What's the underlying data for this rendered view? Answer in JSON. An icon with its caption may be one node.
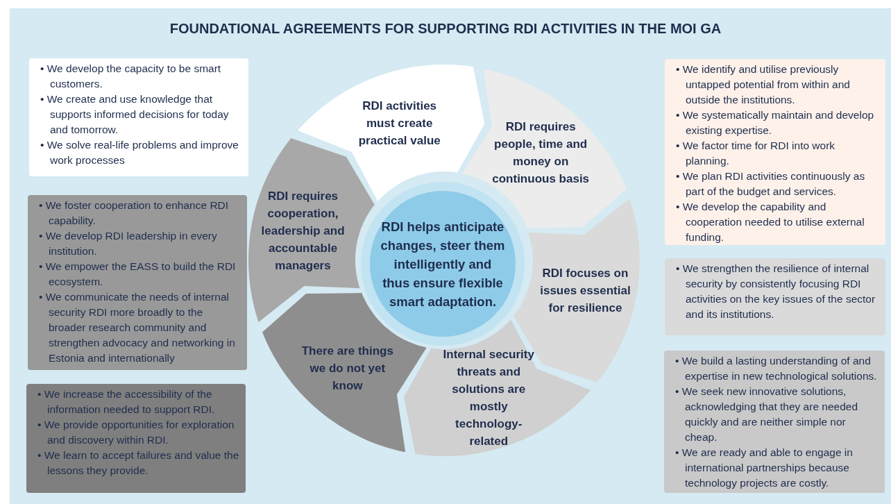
{
  "diagram": {
    "title": "FOUNDATIONAL AGREEMENTS FOR SUPPORTING RDI ACTIVITIES IN THE MOI GA",
    "nodes": [
      {
        "text": [
          "RDI helps anticipate changes, steer them intelligently and thus ensure flexible smart adaptation."
        ]
      },
      {
        "text": [
          "RDI activities must create practical value"
        ]
      },
      {
        "text": [
          "RDI requires people, time and money on continuous basis"
        ]
      },
      {
        "text": [
          "RDI focuses on issues essential for resilience"
        ]
      },
      {
        "text": [
          "Internal security threats and solutions are mostly technology-related"
        ]
      },
      {
        "text": [
          "There are things we do not yet know"
        ]
      },
      {
        "text": [
          "RDI requires cooperation, leadership and accountable managers"
        ]
      },
      {
        "text": [
          "• We develop the capacity to be smart customers.",
          "• We create and use knowledge that supports informed decisions for today and tomorrow.",
          "• We solve real-life problems and improve work processes"
        ]
      },
      {
        "text": [
          "• We foster cooperation to enhance RDI capability.",
          "• We develop RDI leadership in every institution.",
          "• We empower the EASS to build the RDI ecosystem.",
          "• We communicate the needs of internal security RDI more broadly to the broader research community and strengthen advocacy and networking in Estonia and internationally"
        ]
      },
      {
        "text": [
          "• We increase the accessibility of the information needed to support RDI.",
          "• We provide opportunities for exploration and discovery within RDI.",
          "• We learn to accept failures and value the lessons they provide."
        ]
      },
      {
        "text": [
          "• We identify and utilise previously untapped potential from within and outside the institutions.",
          "• We systematically maintain and develop existing expertise.",
          "• We factor time for RDI into work planning.",
          "• We plan RDI activities continuously as part of the budget and services.",
          "• We develop the capability and cooperation needed to utilise external funding."
        ]
      },
      {
        "text": [
          "• We strengthen the resilience of internal security by consistently focusing RDI activities on the key issues of the sector and its institutions."
        ]
      },
      {
        "text": [
          "• We build a lasting understanding of and expertise in new technological solutions.",
          "• We seek new innovative solutions, acknowledging that they are needed quickly and are neither simple nor cheap.",
          "• We are ready and able to engage in international partnerships because technology projects are costly."
        ]
      }
    ],
    "edges": []
  }
}
